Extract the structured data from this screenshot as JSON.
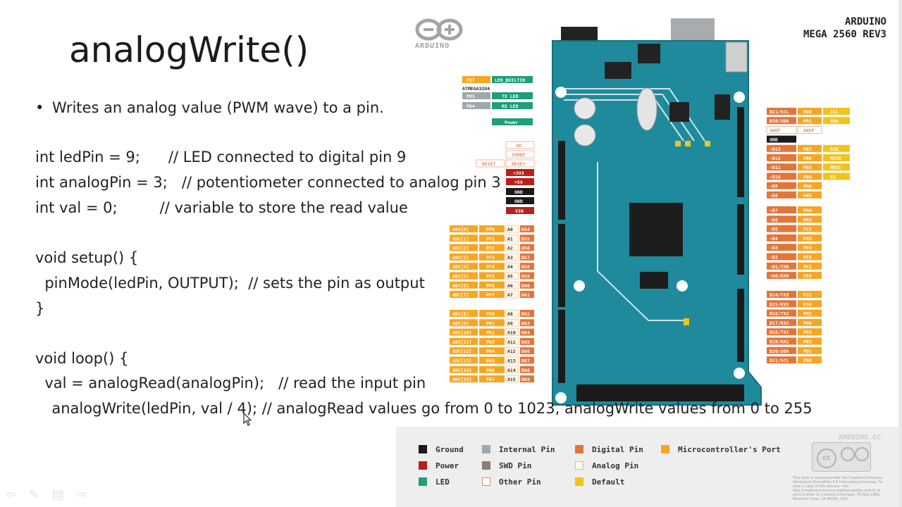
{
  "slide": {
    "title": "analogWrite()",
    "bullet": "Writes an analog value (PWM wave) to a pin.",
    "code_lines": [
      "int ledPin = 9;      // LED connected to digital pin 9",
      "int analogPin = 3;   // potentiometer connected to analog pin 3",
      "int val = 0;         // variable to store the read value",
      "",
      "void setup() {",
      "  pinMode(ledPin, OUTPUT);  // sets the pin as output",
      "}",
      "",
      "void loop() {",
      "  val = analogRead(analogPin);   // read the input pin",
      "  analogWrite(ledPin, val / 4); // analogRead values go from 0 to 1023, analogWrite values from 0 to 255"
    ]
  },
  "diagram": {
    "board_title_line1": "ARDUINO",
    "board_title_line2": "MEGA 2560 REV3",
    "logo_text": "ARDUINO",
    "board_color": "#1f8a9c",
    "left_labels_top": [
      {
        "text": "PB7",
        "text2": "LED_BUILTIN",
        "color": "#f6a623"
      },
      {
        "text": "ATMEGA32U4",
        "text2": "",
        "color": "#ffffff"
      },
      {
        "text": "PD5",
        "text2": "TX LED",
        "color": "#1e9e7a"
      },
      {
        "text": "PD4",
        "text2": "RX LED",
        "color": "#1e9e7a"
      },
      {
        "text": "",
        "text2": "Power",
        "color": "#1e9e7a"
      }
    ],
    "power_labels": [
      "NC",
      "IOREF",
      "RESET",
      "+3V3",
      "+5V",
      "GND",
      "GND",
      "VIN"
    ],
    "reset_label": "RESET",
    "analog_a": [
      "ADC[0]",
      "ADC[1]",
      "ADC[2]",
      "ADC[3]",
      "ADC[4]",
      "ADC[5]",
      "ADC[6]",
      "ADC[7]"
    ],
    "analog_pf": [
      "PF0",
      "PF1",
      "PF2",
      "PF3",
      "PF4",
      "PF5",
      "PF6",
      "PF7"
    ],
    "analog_an": [
      "A0",
      "A1",
      "A2",
      "A3",
      "A4",
      "A5",
      "A6",
      "A7"
    ],
    "analog_d": [
      "D54",
      "D55",
      "D56",
      "D57",
      "D58",
      "D59",
      "D60",
      "D61"
    ],
    "analog_b": [
      "ADC[8]",
      "ADC[9]",
      "ADC[10]",
      "ADC[11]",
      "ADC[12]",
      "ADC[13]",
      "ADC[14]",
      "ADC[15]"
    ],
    "analog_pk": [
      "PK0",
      "PK1",
      "PK2",
      "PK3",
      "PK4",
      "PK5",
      "PK6",
      "PK7"
    ],
    "analog_bn": [
      "A8",
      "A9",
      "A10",
      "A11",
      "A12",
      "A13",
      "A14",
      "A15"
    ],
    "analog_bd": [
      "D62",
      "D63",
      "D64",
      "D65",
      "D66",
      "D67",
      "D68",
      "D69"
    ],
    "right_top": [
      {
        "a": "D21/SCL",
        "b": "PD0",
        "c": "SCL"
      },
      {
        "a": "D20/SDA",
        "b": "PD1",
        "c": "SDA"
      },
      {
        "a": "AREF",
        "b": "AREF",
        "c": ""
      },
      {
        "a": "GND",
        "b": "",
        "c": ""
      },
      {
        "a": "~D13",
        "b": "PB7",
        "c": "SCK"
      },
      {
        "a": "~D12",
        "b": "PB6",
        "c": "MISO"
      },
      {
        "a": "~D11",
        "b": "PB5",
        "c": "MOSI"
      },
      {
        "a": "~D10",
        "b": "PB4",
        "c": "SS"
      },
      {
        "a": "~D9",
        "b": "PH6",
        "c": ""
      },
      {
        "a": "~D8",
        "b": "PH5",
        "c": ""
      }
    ],
    "right_mid": [
      {
        "a": "~D7",
        "b": "PH4"
      },
      {
        "a": "~D6",
        "b": "PH3"
      },
      {
        "a": "~D5",
        "b": "PE3"
      },
      {
        "a": "~D4",
        "b": "PG5"
      },
      {
        "a": "~D3",
        "b": "PE5"
      },
      {
        "a": "~D2",
        "b": "PE4"
      },
      {
        "a": "~D1/TX0",
        "b": "PE1"
      },
      {
        "a": "~D0/RX0",
        "b": "PE0"
      }
    ],
    "right_bot": [
      {
        "a": "D14/TX3",
        "b": "PJ1"
      },
      {
        "a": "D15/RX3",
        "b": "PJ0"
      },
      {
        "a": "D16/TX2",
        "b": "PH1"
      },
      {
        "a": "D17/RX2",
        "b": "PH0"
      },
      {
        "a": "D18/TX1",
        "b": "PD3"
      },
      {
        "a": "D19/RX1",
        "b": "PD2"
      },
      {
        "a": "D20/SDA",
        "b": "PD1"
      },
      {
        "a": "D21/SCL",
        "b": "PD0"
      }
    ]
  },
  "legend": {
    "site": "ARDUINO.CC",
    "items": [
      {
        "label": "Ground",
        "color": "#1a1a1a",
        "border": "#1a1a1a"
      },
      {
        "label": "Power",
        "color": "#b8211b",
        "border": "#b8211b"
      },
      {
        "label": "LED",
        "color": "#1e9e7a",
        "border": "#1e9e7a"
      },
      {
        "label": "Internal Pin",
        "color": "#9fa8ab",
        "border": "#9fa8ab"
      },
      {
        "label": "SWD Pin",
        "color": "#8c7f73",
        "border": "#8c7f73"
      },
      {
        "label": "Other Pin",
        "color": "#ffffff",
        "border": "#e08a6a"
      },
      {
        "label": "Digital Pin",
        "color": "#e2753a",
        "border": "#e2753a"
      },
      {
        "label": "Analog Pin",
        "color": "#fff7ea",
        "border": "#e6b88a"
      },
      {
        "label": "Default",
        "color": "#f2c41a",
        "border": "#f2c41a"
      },
      {
        "label": "Microcontroller's Port",
        "color": "#f6a623",
        "border": "#f6a623"
      }
    ],
    "license_text": "This work is licensed under the Creative Commons Attribution-ShareAlike 4.0 International License. To view a copy of this license, visit http://creativecommons.org/licenses/by-sa/4.0/ or send a letter to Creative Commons, PO Box 1866, Mountain View, CA 94042, USA."
  },
  "nav": {
    "icons": "⇦ ✎ ▤ ⇨"
  }
}
